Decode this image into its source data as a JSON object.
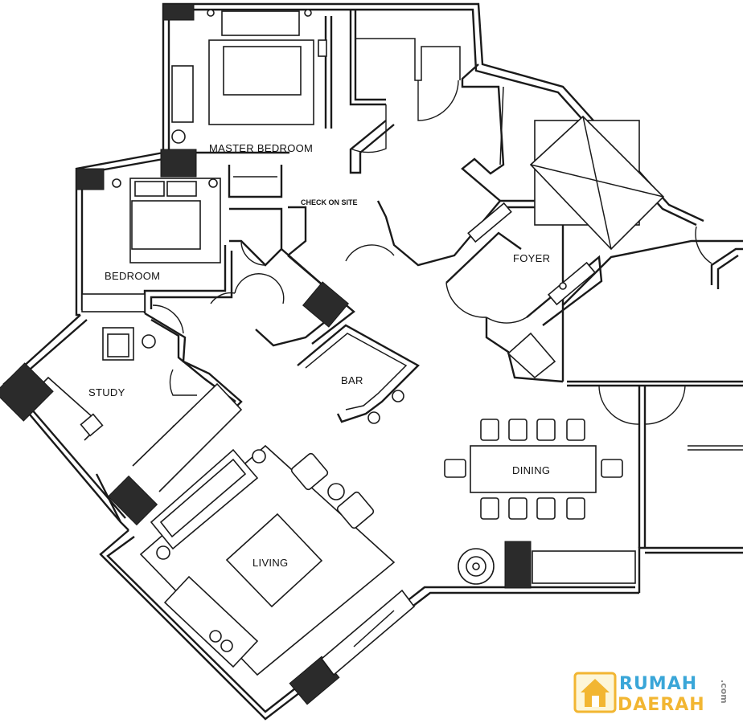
{
  "rooms": {
    "master_bedroom": "MASTER BEDROOM",
    "check_on_site": "CHECK ON SITE",
    "bedroom": "BEDROOM",
    "foyer": "FOYER",
    "bar": "BAR",
    "study": "STUDY",
    "dining": "DINING",
    "living": "LIVING"
  },
  "watermark": {
    "line1": "RUMAH",
    "line2": "DAERAH",
    "suffix": ".com",
    "color_primary": "#3aa6d8",
    "color_secondary": "#f2b632",
    "icon": "house-icon"
  },
  "colors": {
    "wall": "#1a1a1a",
    "column": "#2b2b2b",
    "background": "#ffffff"
  }
}
